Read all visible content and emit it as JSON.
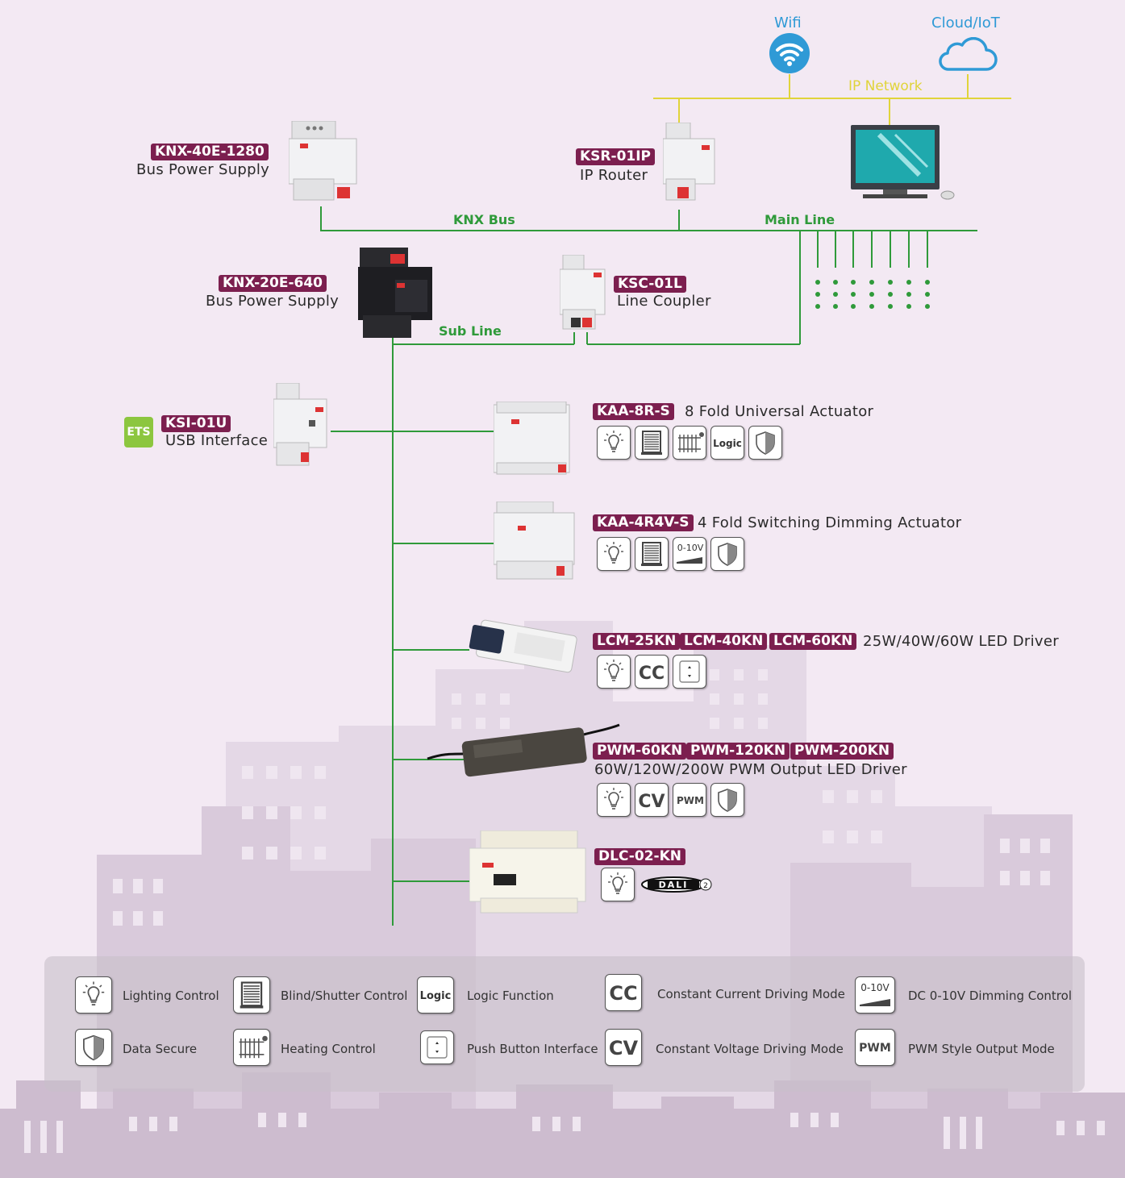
{
  "top": {
    "wifi_label": "Wifi",
    "cloud_label": "Cloud/IoT",
    "ip_network_label": "IP Network"
  },
  "network": {
    "knx_bus_label": "KNX Bus",
    "main_line_label": "Main Line",
    "sub_line_label": "Sub Line"
  },
  "devices": {
    "knx40": {
      "model": "KNX-40E-1280",
      "desc": "Bus Power Supply"
    },
    "ksr": {
      "model": "KSR-01IP",
      "desc": "IP Router"
    },
    "knx20": {
      "model": "KNX-20E-640",
      "desc": "Bus Power Supply"
    },
    "ksc": {
      "model": "KSC-01L",
      "desc": "Line Coupler"
    },
    "ksi": {
      "model": "KSI-01U",
      "desc": "USB Interface",
      "badge": "ETS"
    },
    "kaa8": {
      "model": "KAA-8R-S",
      "desc": "8 Fold Universal Actuator"
    },
    "kaa4": {
      "model": "KAA-4R4V-S",
      "desc": "4 Fold Switching Dimming Actuator"
    },
    "lcm": {
      "models": [
        "LCM-25KN",
        "LCM-40KN",
        "LCM-60KN"
      ],
      "desc": "25W/40W/60W LED Driver"
    },
    "pwm": {
      "models": [
        "PWM-60KN",
        "PWM-120KN",
        "PWM-200KN"
      ],
      "desc": "60W/120W/200W PWM Output LED Driver"
    },
    "dlc": {
      "model": "DLC-02-KN",
      "dali_label": "DALI"
    }
  },
  "icon_text": {
    "logic": "Logic",
    "cc": "CC",
    "cv": "CV",
    "pwm": "PWM",
    "v010": "0-10V"
  },
  "legend": {
    "lighting": "Lighting Control",
    "blind": "Blind/Shutter Control",
    "logic": "Logic Function",
    "cc": "Constant Current Driving Mode",
    "v010": "DC 0-10V Dimming Control",
    "secure": "Data Secure",
    "heating": "Heating Control",
    "push": "Push Button Interface",
    "cv": "Constant Voltage Driving Mode",
    "pwm": "PWM Style Output Mode"
  },
  "colors": {
    "tag": "#7c1f4f",
    "bus_line": "#2f9a3a",
    "ip_line": "#e0d43a",
    "wifi": "#2f9ad6",
    "background": "#f3e9f3"
  }
}
